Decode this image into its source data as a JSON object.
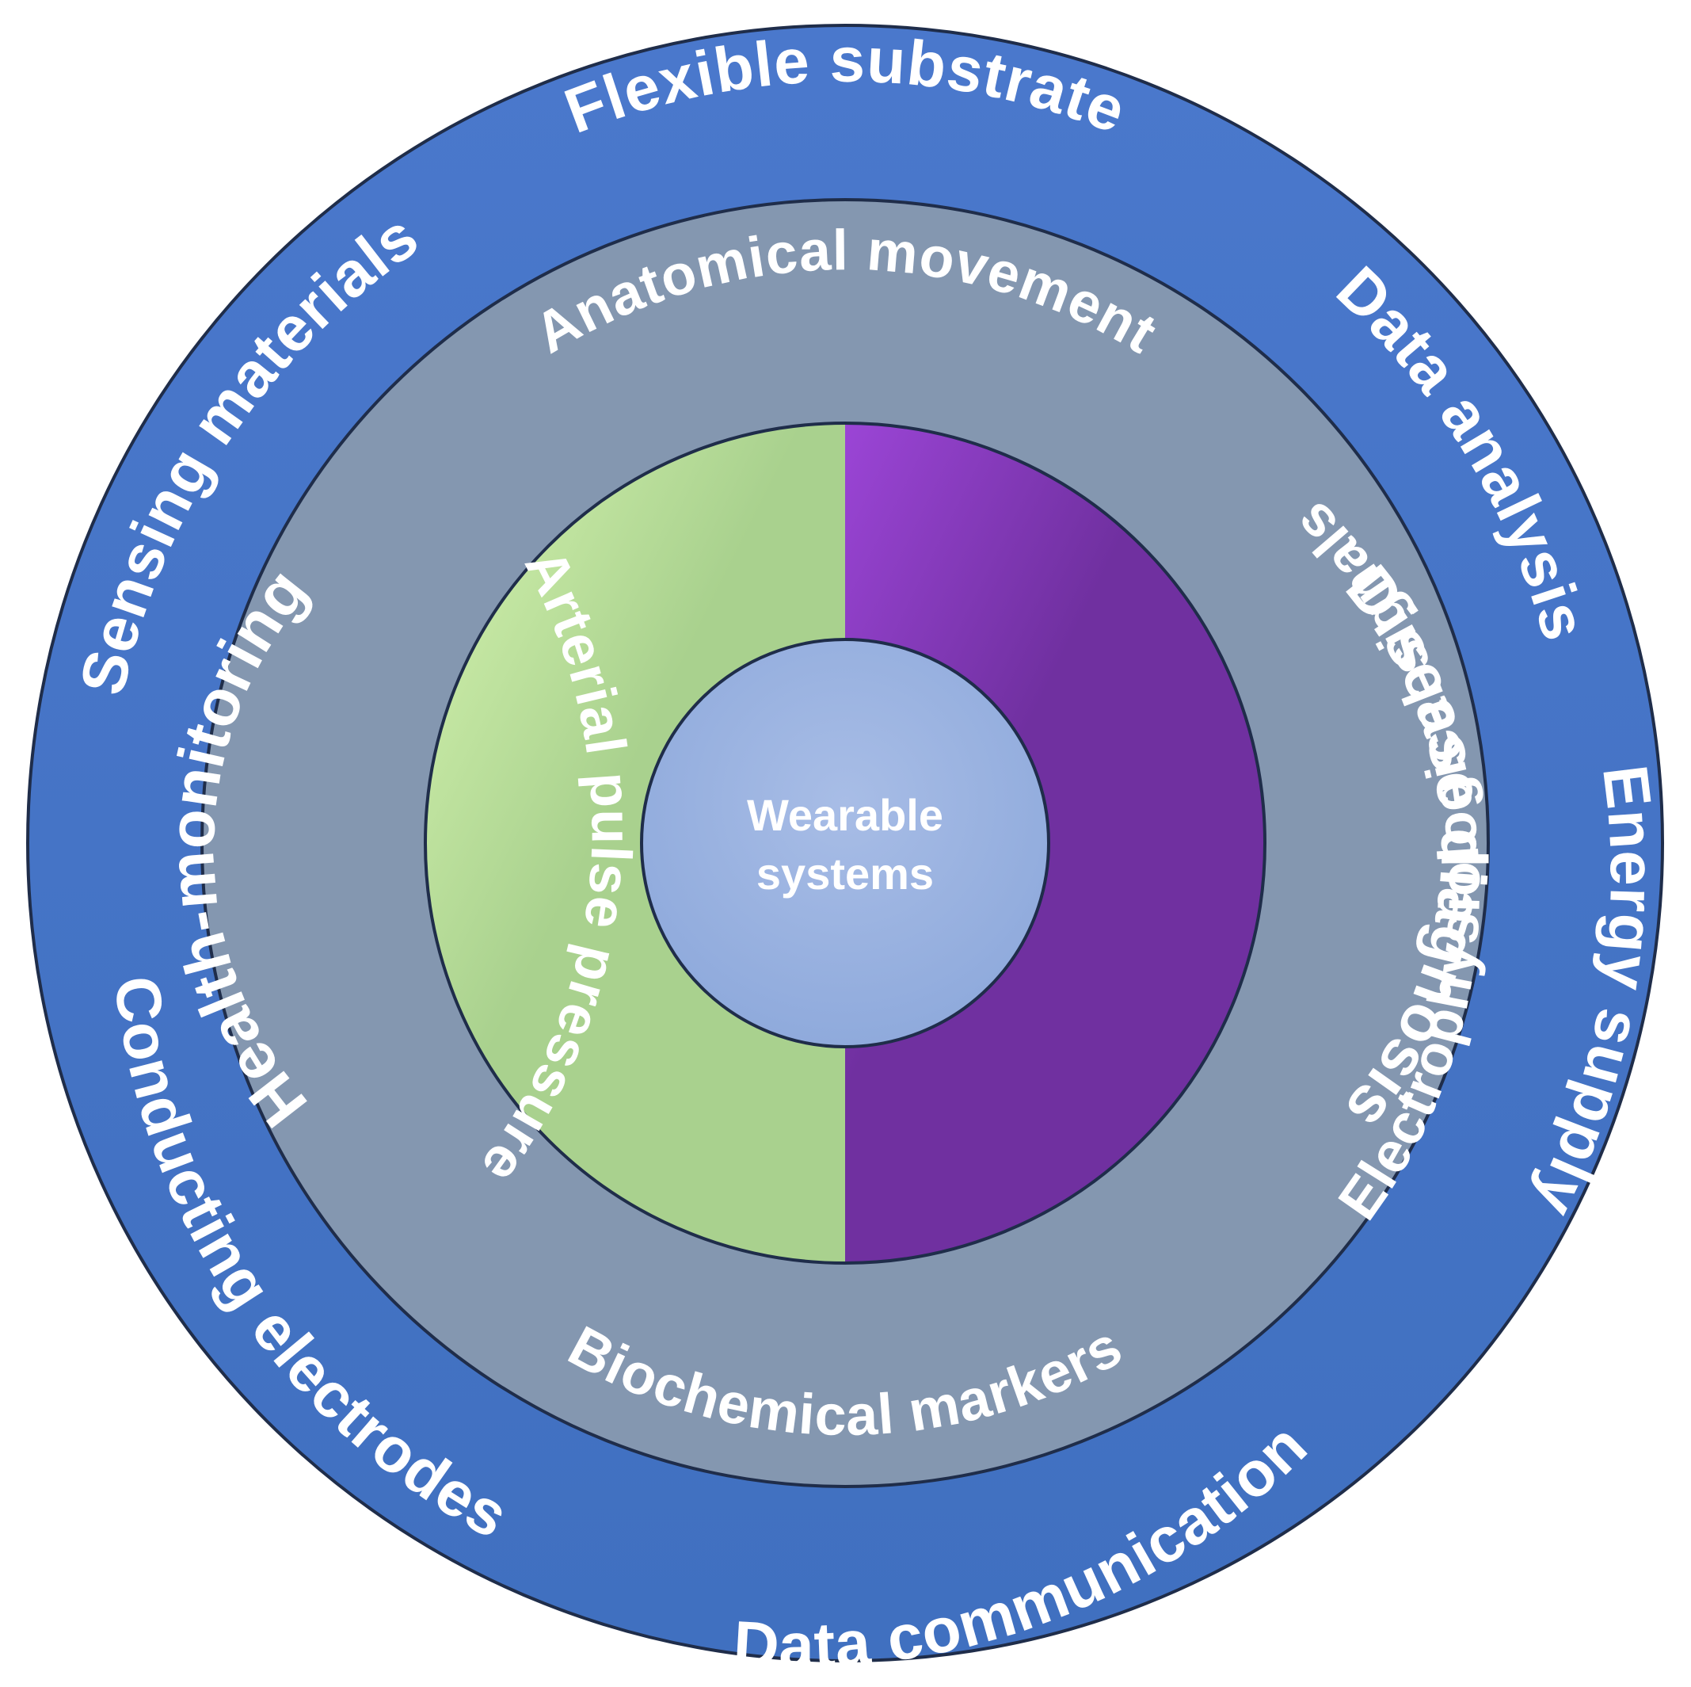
{
  "diagram": {
    "core": {
      "line1": "Wearable",
      "line2": "systems"
    },
    "inner_ring": {
      "left_label": "Health-monitoring",
      "right_label": "Disease diagnosis",
      "left_color": "#a9d18e",
      "right_color": "#7030a0"
    },
    "middle_ring": {
      "color": "#8497b0",
      "labels": {
        "top": "Anatomical movement",
        "left": "Arterial pulse pressure",
        "right": "Electrophysiological signals",
        "bottom": "Biochemical markers"
      }
    },
    "outer_ring": {
      "color": "#4472c4",
      "labels": {
        "top": "Flexible substrate",
        "top_right": "Data analysis",
        "right": "Energy supply",
        "bottom": "Data communication",
        "bottom_left": "Conducting electrodes",
        "top_left": "Sensing materials"
      }
    },
    "core_color": "#8faadc"
  }
}
